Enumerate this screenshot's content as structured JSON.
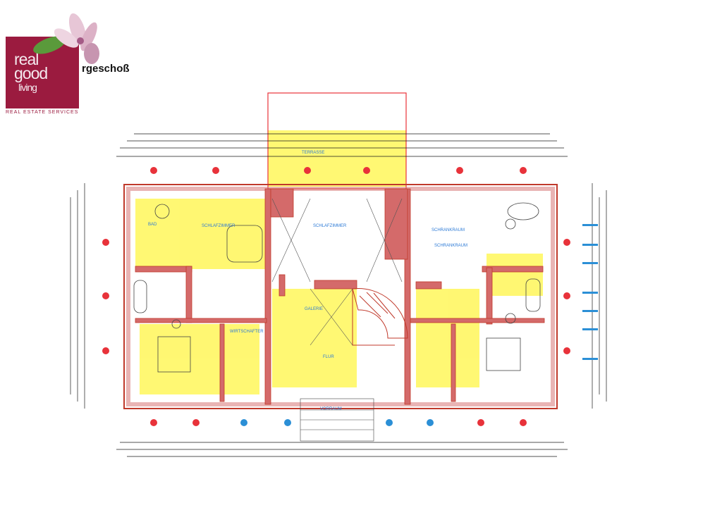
{
  "brand": {
    "line1": "real",
    "line2": "good",
    "line3": "living",
    "tagline": "REAL ESTATE SERVICES",
    "color": "#9b1b3f"
  },
  "page": {
    "title": "rgeschoß"
  },
  "plan": {
    "rooms": {
      "terrace": "TERRASSE",
      "bath_left": "BAD",
      "bedroom_left": "SCHLAFZIMMER",
      "sleep_main": "SCHLAFZIMMER",
      "dressing_right": "SCHRANKRAUM",
      "dressing_right_2": "SCHRANKRAUM",
      "housekeeping": "WIRTSCHAFTER",
      "corridor": "FLUR",
      "gallery": "GALERIE",
      "landing": "VORRAUM"
    },
    "colors": {
      "wall": "#d46a6a",
      "wall_outline": "#c0392b",
      "highlight": "#fff200",
      "dimension": "#1a1a1a",
      "marker_red": "#e8323a",
      "marker_blue": "#2b8fd6",
      "label_blue": "#2c7ad6"
    }
  }
}
